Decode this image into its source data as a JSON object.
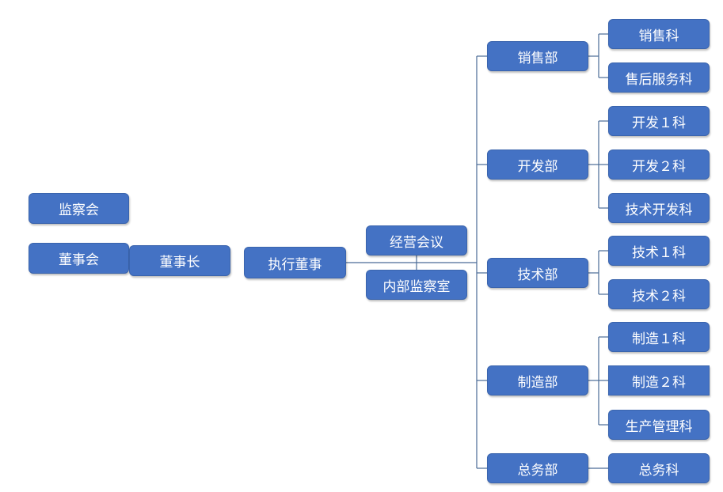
{
  "colors": {
    "node_fill": "#4472c4",
    "connector": "#4a6a96",
    "text": "#ffffff"
  },
  "nodes": {
    "supervisory_board": "监察会",
    "board_of_directors": "董事会",
    "chairman": "董事长",
    "executive_director": "执行董事",
    "business_meeting": "经营会议",
    "internal_audit": "内部监察室",
    "sales_dept": "销售部",
    "sales_section": "销售科",
    "after_sales_section": "售后服务科",
    "development_dept": "开发部",
    "dev_section_1": "开发１科",
    "dev_section_2": "开发２科",
    "tech_dev_section": "技术开发科",
    "technology_dept": "技术部",
    "tech_section_1": "技术１科",
    "tech_section_2": "技术２科",
    "manufacturing_dept": "制造部",
    "mfg_section_1": "制造１科",
    "mfg_section_2": "制造２科",
    "production_mgmt_section": "生产管理科",
    "general_affairs_dept": "总务部",
    "general_affairs_section": "总务科"
  }
}
